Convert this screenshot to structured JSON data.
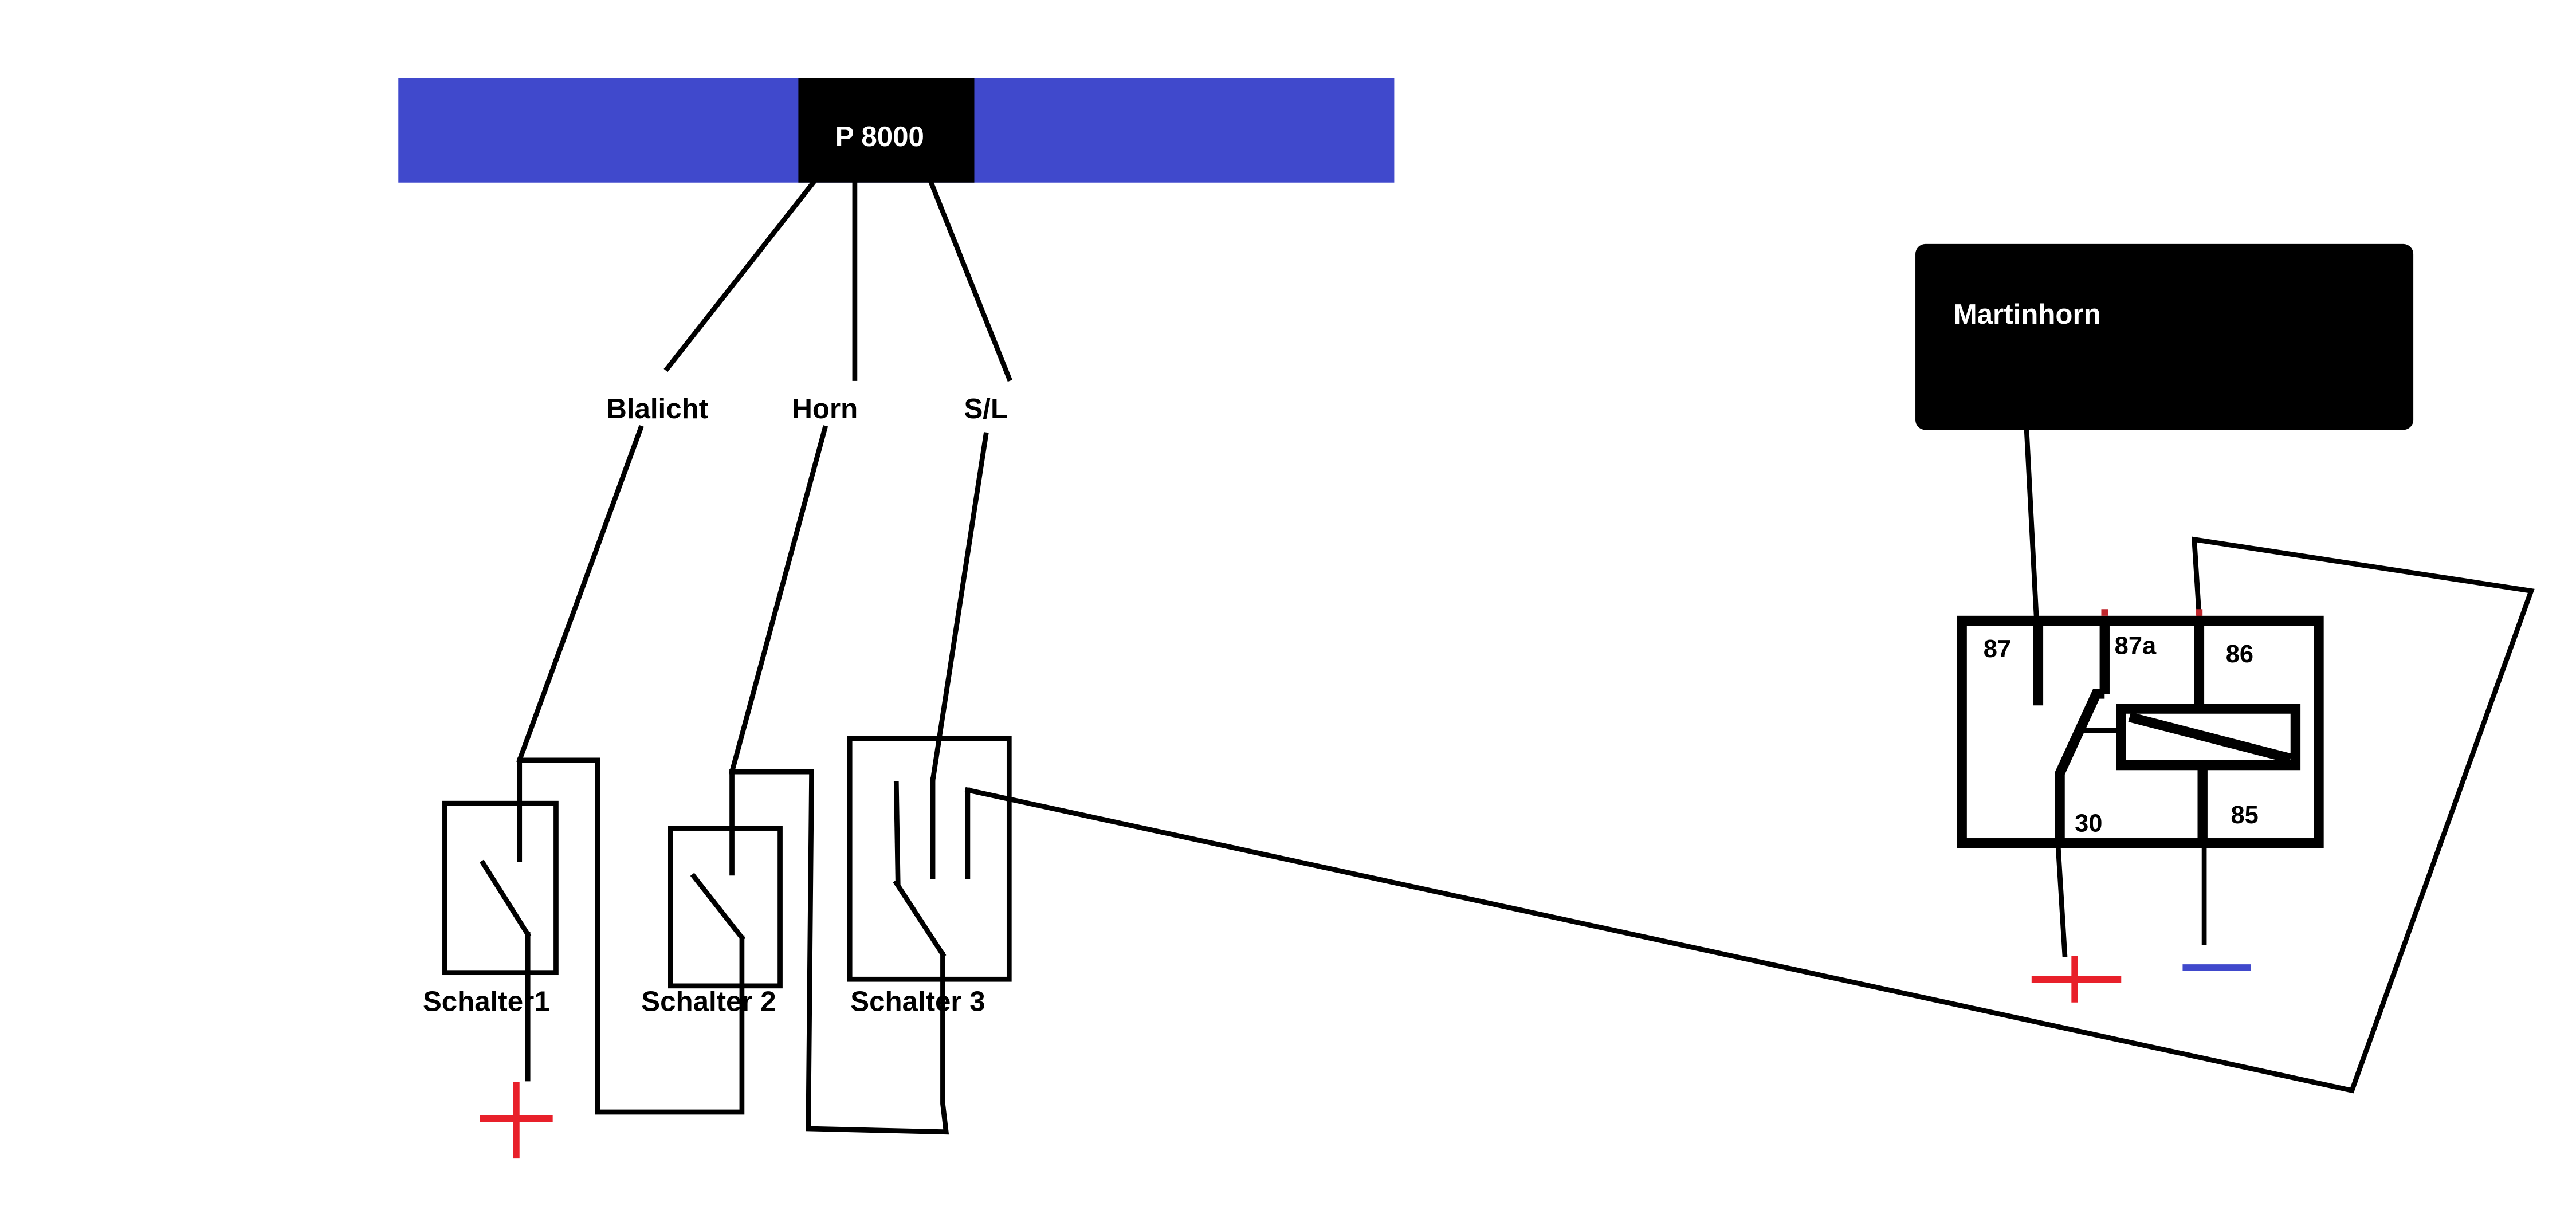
{
  "controller": {
    "label": "P 8000",
    "bar_color": "#4049CC"
  },
  "outputs": [
    {
      "label": "Blalicht"
    },
    {
      "label": "Horn"
    },
    {
      "label": "S/L"
    }
  ],
  "switches": [
    {
      "label": "Schalter1"
    },
    {
      "label": "Schalter 2"
    },
    {
      "label": "Schalter 3"
    }
  ],
  "horn": {
    "label": "Martinhorn"
  },
  "relay": {
    "pins": {
      "p87": "87",
      "p87a": "87a",
      "p86": "86",
      "p30": "30",
      "p85": "85"
    }
  },
  "colors": {
    "positive": "#E8202A",
    "negative": "#4049CC",
    "wire": "#000000"
  },
  "icons": {
    "positive": "plus-symbol",
    "negative": "minus-symbol"
  }
}
